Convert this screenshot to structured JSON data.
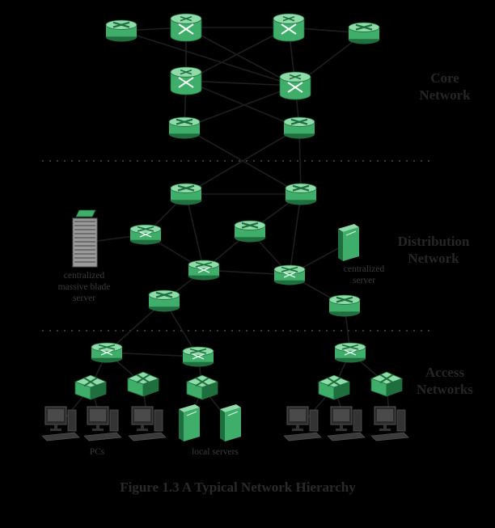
{
  "layers": {
    "core": [
      "Core",
      "Network"
    ],
    "distribution": [
      "Distribution",
      "Network"
    ],
    "access": [
      "Access",
      "Networks"
    ]
  },
  "labels": {
    "blade_server": [
      "centralized",
      "massive blade",
      "server"
    ],
    "centralized_server": [
      "centralized",
      "server"
    ],
    "pcs": "PCs",
    "local_servers": "local servers"
  },
  "caption": "Figure 1.3  A Typical Network Hierarchy",
  "colors": {
    "background": "#000000",
    "device_green": "#3fae6a",
    "device_light": "#8fdcaa",
    "device_dark": "#1f6e3e",
    "link": "#1e1e1e",
    "divider": "#3a3a3a",
    "monitor": "#2b2b2b",
    "text": "#262626"
  },
  "devices": [
    {
      "id": "core-router-left",
      "kind": "router"
    },
    {
      "id": "core-switch-left",
      "kind": "switch"
    },
    {
      "id": "core-switch-right",
      "kind": "switch"
    },
    {
      "id": "core-router-right",
      "kind": "router"
    },
    {
      "id": "core-switch-mid-left",
      "kind": "switch"
    },
    {
      "id": "core-switch-mid-right",
      "kind": "switch"
    },
    {
      "id": "core-edge-router-left",
      "kind": "router"
    },
    {
      "id": "core-edge-router-right",
      "kind": "router"
    },
    {
      "id": "dist-top-router-left",
      "kind": "router"
    },
    {
      "id": "dist-top-router-right",
      "kind": "router"
    },
    {
      "id": "dist-router-blade",
      "kind": "router-x"
    },
    {
      "id": "dist-router-center",
      "kind": "router"
    },
    {
      "id": "dist-router-low-left",
      "kind": "router-x"
    },
    {
      "id": "dist-router-low-right",
      "kind": "router-x"
    },
    {
      "id": "dist-router-access-left",
      "kind": "router"
    },
    {
      "id": "dist-router-access-right",
      "kind": "router"
    },
    {
      "id": "access-router-1",
      "kind": "router-x"
    },
    {
      "id": "access-router-2",
      "kind": "router-x"
    },
    {
      "id": "access-router-3",
      "kind": "router-x"
    },
    {
      "id": "access-switch-1",
      "kind": "wswitch"
    },
    {
      "id": "access-switch-2",
      "kind": "wswitch"
    },
    {
      "id": "access-switch-3",
      "kind": "wswitch"
    },
    {
      "id": "access-switch-4",
      "kind": "wswitch"
    },
    {
      "id": "access-switch-5",
      "kind": "wswitch"
    },
    {
      "id": "pc-1",
      "kind": "pc"
    },
    {
      "id": "pc-2",
      "kind": "pc"
    },
    {
      "id": "pc-3",
      "kind": "pc"
    },
    {
      "id": "pc-4",
      "kind": "pc"
    },
    {
      "id": "pc-5",
      "kind": "pc"
    },
    {
      "id": "pc-6",
      "kind": "pc"
    },
    {
      "id": "local-server-1",
      "kind": "tower"
    },
    {
      "id": "local-server-2",
      "kind": "tower"
    },
    {
      "id": "centralized-server",
      "kind": "tower"
    },
    {
      "id": "blade-server",
      "kind": "blade"
    }
  ],
  "links": [
    [
      "core-router-left",
      "core-switch-left"
    ],
    [
      "core-switch-left",
      "core-switch-right"
    ],
    [
      "core-switch-right",
      "core-router-right"
    ],
    [
      "core-switch-left",
      "core-switch-mid-left"
    ],
    [
      "core-switch-right",
      "core-switch-mid-right"
    ],
    [
      "core-router-left",
      "core-switch-mid-right"
    ],
    [
      "core-switch-left",
      "core-switch-mid-right"
    ],
    [
      "core-switch-right",
      "core-switch-mid-left"
    ],
    [
      "core-router-right",
      "core-switch-mid-right"
    ],
    [
      "core-switch-mid-left",
      "core-switch-mid-right"
    ],
    [
      "core-switch-mid-left",
      "core-edge-router-left"
    ],
    [
      "core-switch-mid-right",
      "core-edge-router-right"
    ],
    [
      "core-switch-mid-left",
      "core-edge-router-right"
    ],
    [
      "core-switch-mid-right",
      "core-edge-router-left"
    ],
    [
      "core-edge-router-left",
      "dist-top-router-right"
    ],
    [
      "core-edge-router-right",
      "dist-top-router-left"
    ],
    [
      "core-edge-router-right",
      "dist-top-router-right"
    ],
    [
      "dist-top-router-left",
      "dist-top-router-right"
    ],
    [
      "dist-top-router-left",
      "dist-router-blade"
    ],
    [
      "dist-top-router-left",
      "dist-router-low-left"
    ],
    [
      "dist-top-router-right",
      "dist-router-center"
    ],
    [
      "dist-top-router-right",
      "dist-router-low-right"
    ],
    [
      "dist-router-blade",
      "dist-router-low-left"
    ],
    [
      "dist-router-center",
      "dist-router-low-left"
    ],
    [
      "dist-router-center",
      "dist-router-low-right"
    ],
    [
      "dist-router-low-left",
      "dist-router-low-right"
    ],
    [
      "dist-router-low-left",
      "dist-router-access-left"
    ],
    [
      "dist-router-low-right",
      "dist-router-access-right"
    ],
    [
      "dist-router-low-right",
      "centralized-server"
    ],
    [
      "dist-router-blade",
      "blade-server"
    ],
    [
      "dist-router-access-left",
      "access-router-1"
    ],
    [
      "dist-router-access-left",
      "access-router-2"
    ],
    [
      "dist-router-access-right",
      "access-router-3"
    ],
    [
      "access-router-1",
      "access-router-2"
    ],
    [
      "access-router-1",
      "access-switch-1"
    ],
    [
      "access-router-1",
      "access-switch-2"
    ],
    [
      "access-router-2",
      "access-switch-3"
    ],
    [
      "access-router-3",
      "access-switch-4"
    ],
    [
      "access-router-3",
      "access-switch-5"
    ],
    [
      "access-switch-1",
      "pc-1"
    ],
    [
      "access-switch-1",
      "pc-2"
    ],
    [
      "access-switch-2",
      "pc-3"
    ],
    [
      "access-switch-3",
      "local-server-1"
    ],
    [
      "access-switch-3",
      "local-server-2"
    ],
    [
      "access-switch-4",
      "pc-4"
    ],
    [
      "access-switch-4",
      "pc-5"
    ],
    [
      "access-switch-5",
      "pc-6"
    ]
  ]
}
